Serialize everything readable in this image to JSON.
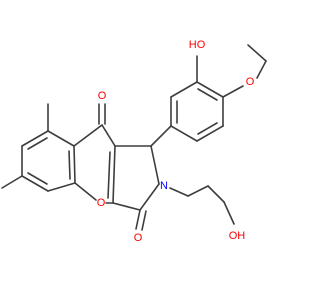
{
  "molecule": {
    "colors": {
      "bond": "#3d3d3d",
      "oxygen": "#ff0000",
      "nitrogen": "#0000ff",
      "background": "#ffffff"
    },
    "atom_labels": {
      "oh_top": "HO",
      "ether_o": "O",
      "ketone_o_top": "O",
      "nitrogen": "N",
      "ring_o": "O",
      "lactam_o": "O",
      "oh_chain": "OH"
    }
  }
}
